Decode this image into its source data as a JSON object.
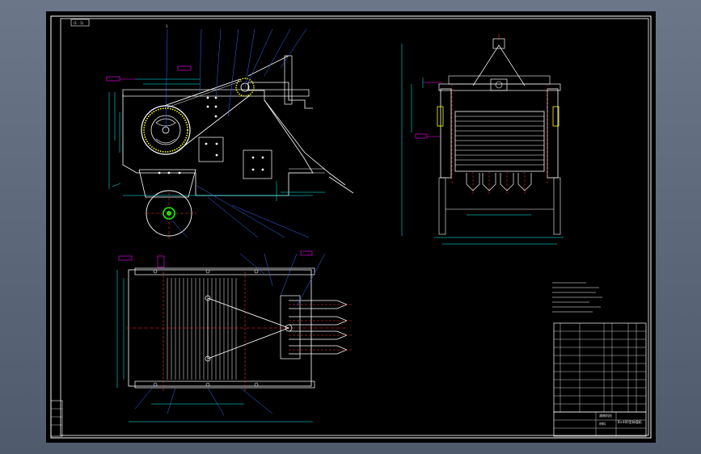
{
  "drawing": {
    "corner_tag": "(1 : 1)",
    "title_block": {
      "company": "湖南科技",
      "drawing_name": "B×400型碎煤机",
      "stamp": "材料"
    }
  },
  "colors": {
    "sheet_bg": "#000000",
    "frame": "#ffffff",
    "dimension": "#00ffff",
    "machine": "#ffffff",
    "centerline": "#ff3030",
    "leader": "#3a6bff",
    "tag": "#ff00ff",
    "highlight": "#ffff00",
    "hatch": "#00ff00"
  }
}
